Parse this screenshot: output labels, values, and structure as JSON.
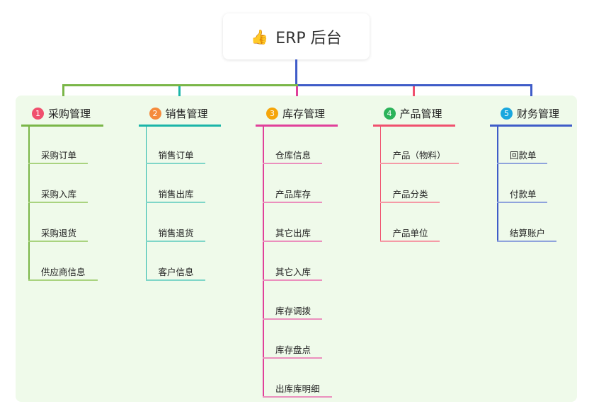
{
  "root": {
    "title": "ERP 后台",
    "icon": "thumbs-up-icon"
  },
  "root_color": "#3f5cc8",
  "categories": [
    {
      "number": "1",
      "label": "采购管理",
      "color": "#7ab648",
      "light": "#a9d37f",
      "badge": "#f0506e",
      "items": [
        "采购订单",
        "采购入库",
        "采购退货",
        "供应商信息"
      ]
    },
    {
      "number": "2",
      "label": "销售管理",
      "color": "#1bb5a8",
      "light": "#7fd6c8",
      "badge": "#f58a3c",
      "items": [
        "销售订单",
        "销售出库",
        "销售退货",
        "客户信息"
      ]
    },
    {
      "number": "3",
      "label": "库存管理",
      "color": "#e0409a",
      "light": "#eb8fbd",
      "badge": "#f5a50a",
      "items": [
        "仓库信息",
        "产品库存",
        "其它出库",
        "其它入库",
        "库存调拨",
        "库存盘点",
        "出库库明细"
      ]
    },
    {
      "number": "4",
      "label": "产品管理",
      "color": "#f0506e",
      "light": "#f59aa6",
      "badge": "#2bb35a",
      "items": [
        "产品（物料）",
        "产品分类",
        "产品单位"
      ]
    },
    {
      "number": "5",
      "label": "财务管理",
      "color": "#3f5cc8",
      "light": "#8fa3dc",
      "badge": "#1aa7de",
      "items": [
        "回款单",
        "付款单",
        "结算账户"
      ]
    }
  ]
}
